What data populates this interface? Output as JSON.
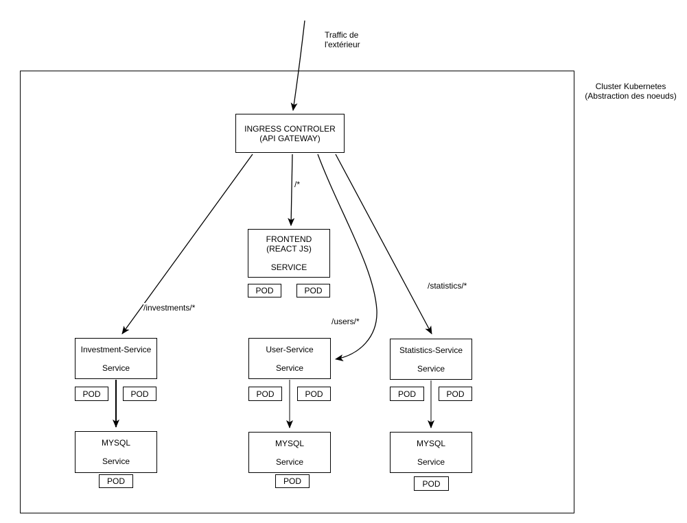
{
  "colors": {
    "background": "#ffffff",
    "stroke": "#000000",
    "connector_gray": "#808080"
  },
  "cluster": {
    "label_line1": "Cluster Kubernetes",
    "label_line2": "(Abstraction des noeuds)"
  },
  "traffic": {
    "line1": "Traffic de",
    "line2": "l'extérieur"
  },
  "ingress": {
    "line1": "INGRESS CONTROLER",
    "line2": "(API GATEWAY)"
  },
  "routes": {
    "root": "/*",
    "investments": "/investments/*",
    "users": "/users/*",
    "statistics": "/statistics/*"
  },
  "frontend": {
    "title_line1": "FRONTEND",
    "title_line2": "(REACT JS)",
    "subtitle": "SERVICE",
    "pod1": "POD",
    "pod2": "POD"
  },
  "services": [
    {
      "title": "Investment-Service",
      "subtitle": "Service",
      "pod1": "POD",
      "pod2": "POD",
      "db_title": "MYSQL",
      "db_subtitle": "Service",
      "db_pod": "POD"
    },
    {
      "title": "User-Service",
      "subtitle": "Service",
      "pod1": "POD",
      "pod2": "POD",
      "db_title": "MYSQL",
      "db_subtitle": "Service",
      "db_pod": "POD"
    },
    {
      "title": "Statistics-Service",
      "subtitle": "Service",
      "pod1": "POD",
      "pod2": "POD",
      "db_title": "MYSQL",
      "db_subtitle": "Service",
      "db_pod": "POD"
    }
  ]
}
